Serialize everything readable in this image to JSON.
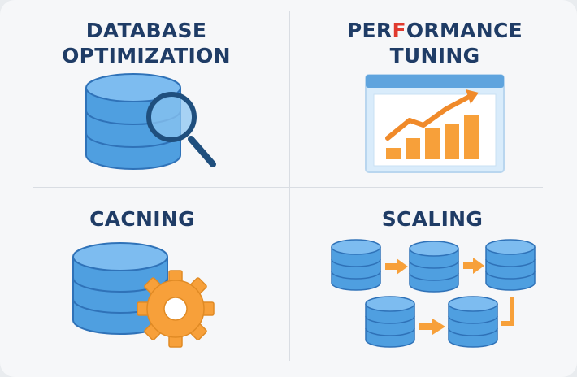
{
  "quadrants": {
    "database_optimization": {
      "title_line1": "DATABASE",
      "title_line2": "OPTIMIZATION"
    },
    "performance_tuning": {
      "title_line1_a": "PER",
      "title_line1_b": "F",
      "title_line1_c": "ORMANCE",
      "title_line2": "TUNING"
    },
    "caching": {
      "title": "CACNING"
    },
    "scaling": {
      "title": "SCALING"
    }
  },
  "colors": {
    "title": "#1f3c66",
    "db_blue": "#4f9fe0",
    "db_edge": "#2f72b8",
    "orange": "#f7a03a",
    "accent_red": "#e03a2f"
  },
  "icons": {
    "database_optimization": [
      "database-icon",
      "magnifier-icon"
    ],
    "performance_tuning": [
      "chart-window-icon",
      "bar-chart-icon",
      "trend-arrow-icon"
    ],
    "caching": [
      "database-icon",
      "gear-icon"
    ],
    "scaling": [
      "database-icon",
      "arrow-icon"
    ]
  }
}
